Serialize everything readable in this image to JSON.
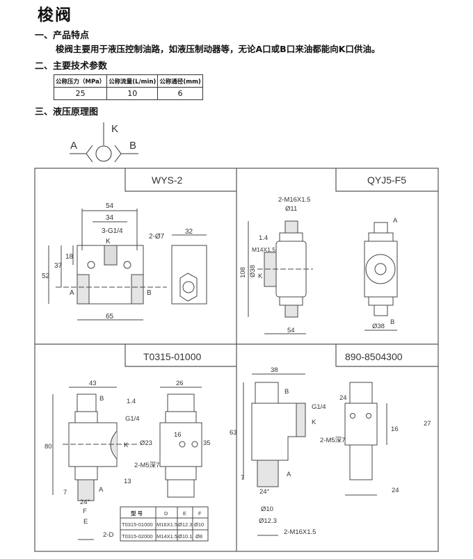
{
  "title": "梭阀",
  "sections": {
    "features_heading": "一、产品特点",
    "features_text": "梭阀主要用于液压控制油路，如液压制动器等，无论A口或B口来油都能向K口供油。",
    "params_heading": "二、主要技术参数",
    "schematic_heading": "三、液压原理图"
  },
  "params_table": {
    "headers": [
      "公称压力（MPa）",
      "公称流量(L/min)",
      "公称通径(mm)"
    ],
    "values": [
      "25",
      "10",
      "6"
    ]
  },
  "schematic": {
    "ports": [
      "A",
      "B",
      "K"
    ]
  },
  "panels": {
    "wys2": {
      "model": "WYS-2",
      "dims": [
        "54",
        "34",
        "3-G1/4",
        "2-Ø7",
        "52",
        "37",
        "18",
        "65",
        "32",
        "A",
        "B",
        "K"
      ]
    },
    "qyj5": {
      "model": "QYJ5-F5",
      "dims": [
        "2-M16X1.5",
        "Ø11",
        "1.4",
        "M14X1.5",
        "108",
        "Ø38",
        "K",
        "54",
        "A",
        "Ø38",
        "B"
      ]
    },
    "t0315": {
      "model": "T0315-01000",
      "dims": [
        "43",
        "26",
        "B",
        "1.4",
        "G1/4",
        "Ø23",
        "K",
        "35",
        "16",
        "80",
        "2-M5深7",
        "13",
        "7",
        "A",
        "24°",
        "F",
        "E",
        "2-D"
      ],
      "table": {
        "headers": [
          "型 号",
          "D",
          "E",
          "F"
        ],
        "rows": [
          [
            "T0315-01000",
            "M16X1.5",
            "Ø12.3",
            "Ø10"
          ],
          [
            "T0315-02000",
            "M14X1.5",
            "Ø10.1",
            "Ø8"
          ]
        ]
      }
    },
    "p890": {
      "model": "890-8504300",
      "dims": [
        "38",
        "B",
        "G1/4",
        "K",
        "63",
        "7",
        "A",
        "24°",
        "Ø10",
        "Ø12.3",
        "2-M16X1.5",
        "24",
        "27",
        "16",
        "2-M5深7",
        "24"
      ]
    }
  }
}
